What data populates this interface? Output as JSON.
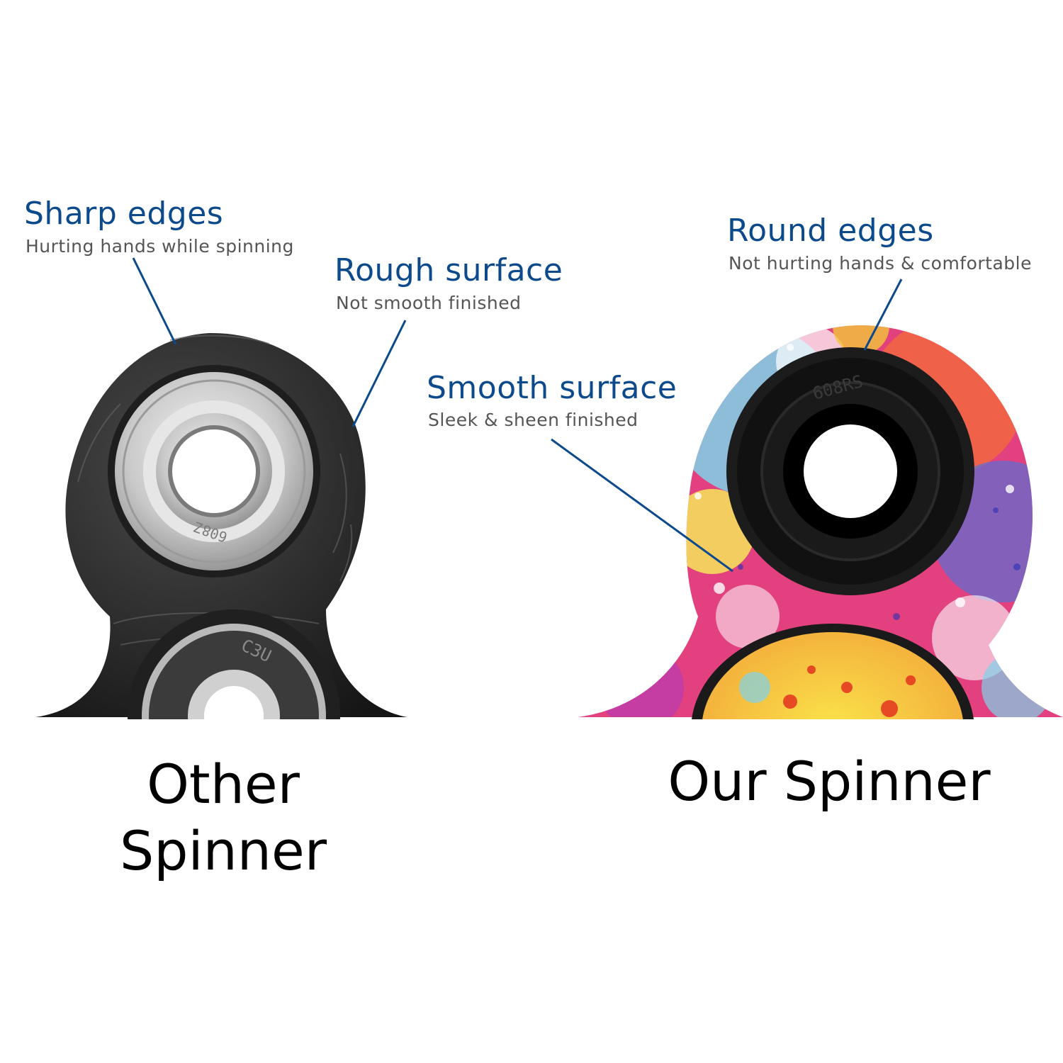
{
  "callouts": {
    "sharp_edges": {
      "title": "Sharp edges",
      "subtitle": "Hurting hands while spinning"
    },
    "rough_surface": {
      "title": "Rough surface",
      "subtitle": "Not smooth finished"
    },
    "round_edges": {
      "title": "Round edges",
      "subtitle": "Not hurting hands & comfortable"
    },
    "smooth_surface": {
      "title": "Smooth surface",
      "subtitle": "Sleek & sheen finished"
    }
  },
  "captions": {
    "other": {
      "line1": "Other",
      "line2": "Spinner"
    },
    "ours": "Our Spinner"
  },
  "bearing_markings": {
    "other_top": "608Z",
    "other_bottom": "C3U",
    "ours": "608RS"
  },
  "colors": {
    "callout_title": "#0d4a8c",
    "callout_line": "#0d4a8c",
    "subtitle": "#555555",
    "caption": "#000000"
  }
}
